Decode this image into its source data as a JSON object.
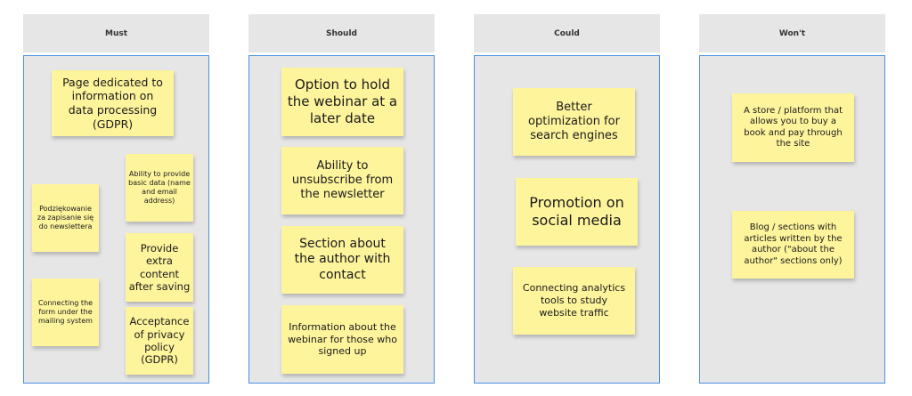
{
  "columns": [
    {
      "title": "Must"
    },
    {
      "title": "Should"
    },
    {
      "title": "Could"
    },
    {
      "title": "Won't"
    }
  ],
  "notes": {
    "must": [
      "Page dedicated to information on data processing (GDPR)",
      "Podziękowanie za zapisanie się do newslettera",
      "Ability to provide basic data (name and email address)",
      "Provide extra content after saving",
      "Connecting the form under the mailing system",
      "Acceptance of privacy policy (GDPR)"
    ],
    "should": [
      "Option to hold the webinar at a later date",
      "Ability to unsubscribe from the newsletter",
      "Section about the author with contact",
      "Information about the webinar for those who signed up"
    ],
    "could": [
      "Better optimization for search engines",
      "Promotion on social media",
      "Connecting analytics tools to study website traffic"
    ],
    "wont": [
      "A store / platform that allows you to buy a book and pay through the site",
      "Blog / sections with articles written by the author (\"about the author\" sections only)"
    ]
  },
  "colors": {
    "note": "#fef49c",
    "column_bg": "#e6e6e6",
    "column_border": "#4a90e2"
  }
}
